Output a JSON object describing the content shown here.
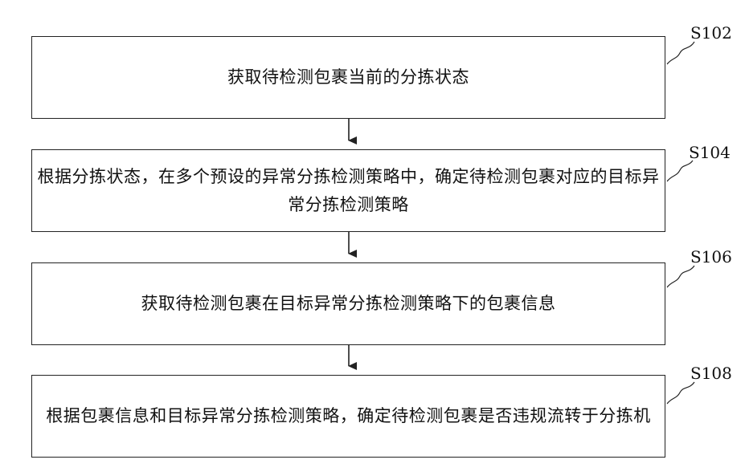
{
  "steps": [
    {
      "id": "S102",
      "text": "获取待检测包裹当前的分拣状态"
    },
    {
      "id": "S104",
      "text": "根据分拣状态，在多个预设的异常分拣检测策略中，确定待检测包裹对应的目标异常分拣检测策略"
    },
    {
      "id": "S106",
      "text": "获取待检测包裹在目标异常分拣检测策略下的包裹信息"
    },
    {
      "id": "S108",
      "text": "根据包裹信息和目标异常分拣检测策略，确定待检测包裹是否违规流转于分拣机"
    }
  ],
  "colors": {
    "line": "#222222",
    "background": "#ffffff"
  }
}
